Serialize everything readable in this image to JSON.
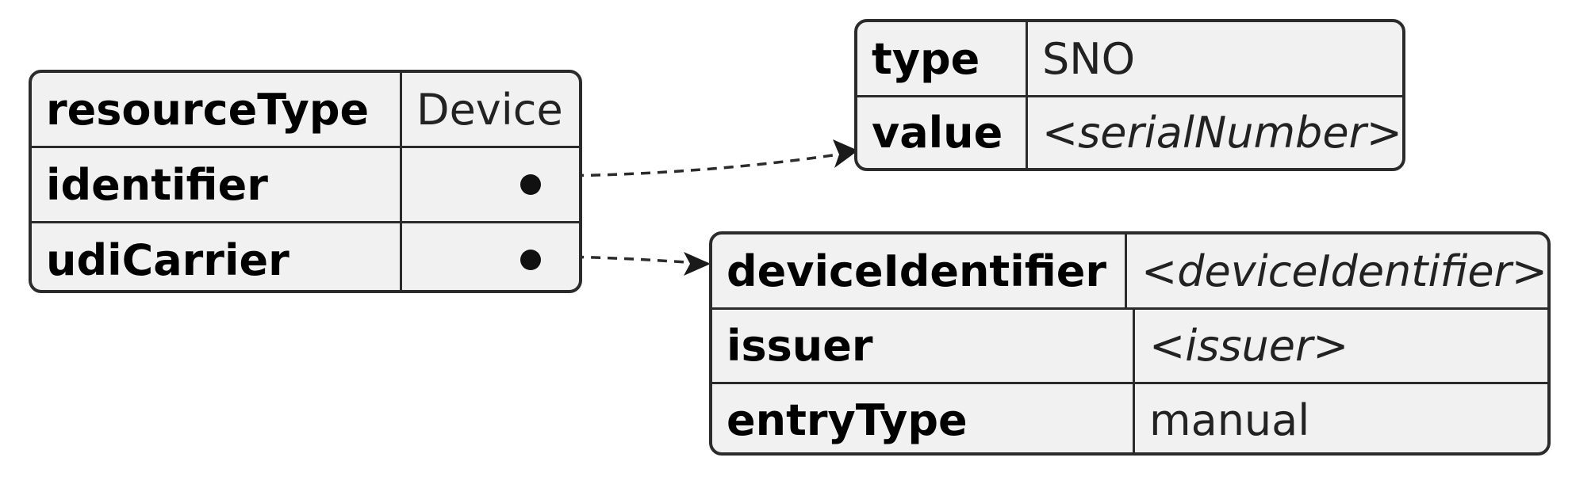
{
  "device": {
    "rows": [
      {
        "key": "resourceType",
        "value": "Device"
      },
      {
        "key": "identifier",
        "value": null
      },
      {
        "key": "udiCarrier",
        "value": null
      }
    ]
  },
  "identifier": {
    "rows": [
      {
        "key": "type",
        "value": "SNO"
      },
      {
        "key": "value",
        "value": "<serialNumber>"
      }
    ]
  },
  "udiCarrier": {
    "rows": [
      {
        "key": "deviceIdentifier",
        "value": "<deviceIdentifier>"
      },
      {
        "key": "issuer",
        "value": "<issuer>"
      },
      {
        "key": "entryType",
        "value": "manual"
      }
    ]
  }
}
